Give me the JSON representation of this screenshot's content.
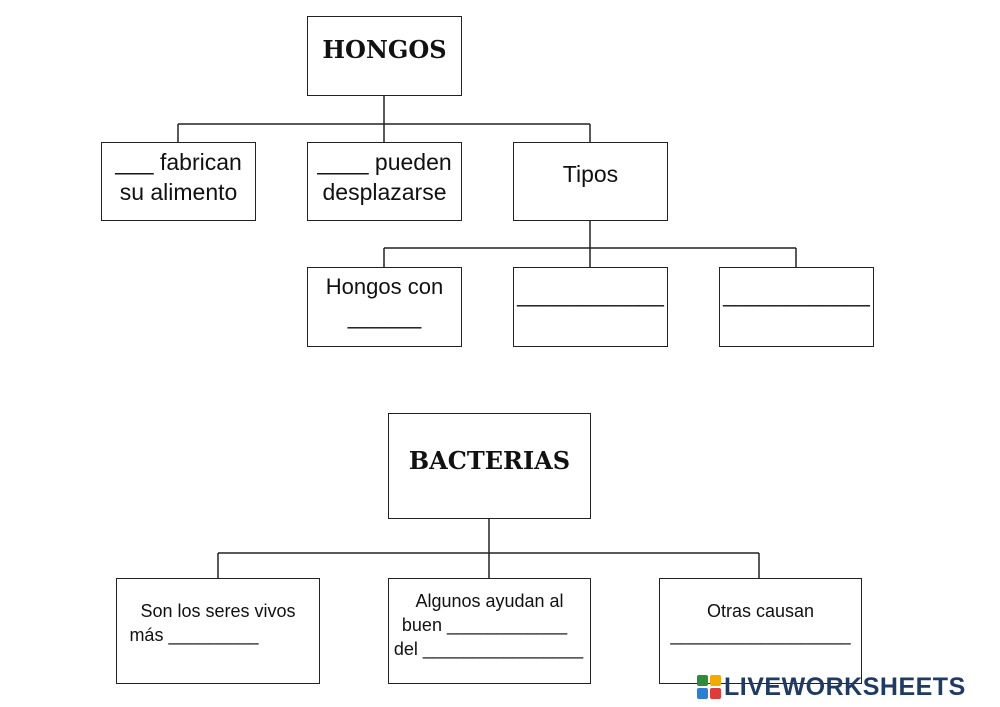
{
  "hongos": {
    "title": "HONGOS",
    "nodes": [
      {
        "line1": "___ fabrican",
        "line2": "su alimento"
      },
      {
        "line1": "____ pueden",
        "line2": "desplazarse"
      },
      {
        "line1": "Tipos",
        "line2": ""
      }
    ],
    "tipos": [
      {
        "line1": "Hongos con",
        "line2": "______"
      },
      {
        "line1": "____________",
        "line2": ""
      },
      {
        "line1": "____________",
        "line2": ""
      }
    ]
  },
  "bacterias": {
    "title": "BACTERIAS",
    "nodes": [
      {
        "line1": "Son los seres vivos",
        "line2": "más _________",
        "line3": ""
      },
      {
        "line1": "Algunos ayudan al",
        "line2": "buen ____________",
        "line3": "del ________________"
      },
      {
        "line1": "Otras causan",
        "line2": "__________________",
        "line3": ""
      }
    ]
  },
  "watermark": {
    "text": "LIVEWORKSHEETS",
    "icon": "liveworksheets-logo-icon",
    "color": "#1f3b63"
  }
}
